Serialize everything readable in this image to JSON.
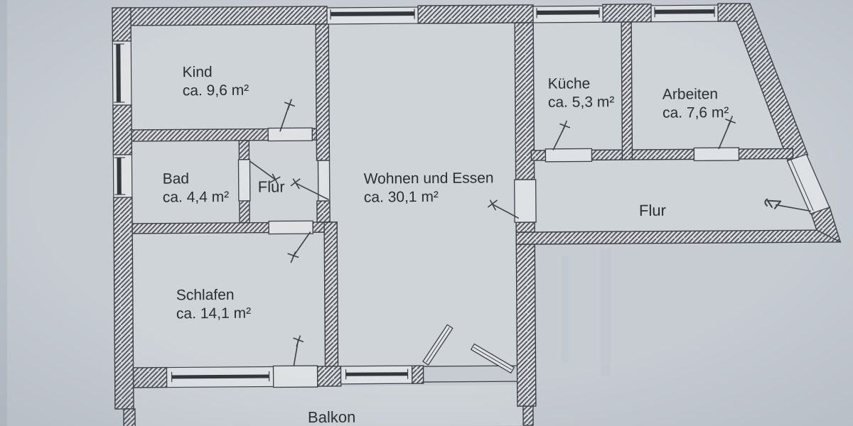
{
  "plan": {
    "type": "apartment-floorplan",
    "rooms": {
      "kind": {
        "name": "Kind",
        "area": "ca. 9,6 m²"
      },
      "bad": {
        "name": "Bad",
        "area": "ca. 4,4 m²"
      },
      "flur_klein": {
        "name": "Flur"
      },
      "schlafen": {
        "name": "Schlafen",
        "area": "ca. 14,1 m²"
      },
      "wohnen": {
        "name": "Wohnen und Essen",
        "area": "ca. 30,1 m²"
      },
      "kueche": {
        "name": "Küche",
        "area": "ca. 5,3 m²"
      },
      "arbeiten": {
        "name": "Arbeiten",
        "area": "ca. 7,6 m²"
      },
      "flur_rechts": {
        "name": "Flur"
      },
      "balkon": {
        "name": "Balkon"
      }
    },
    "colors": {
      "paper": "#c7ccd3",
      "room_fill": "#cfd4d9",
      "wall_fill": "#dcdfe3",
      "hatch_line": "#54585e",
      "outline": "#3c4046",
      "window_glass": "#33373c",
      "text": "#2b2e33"
    }
  }
}
